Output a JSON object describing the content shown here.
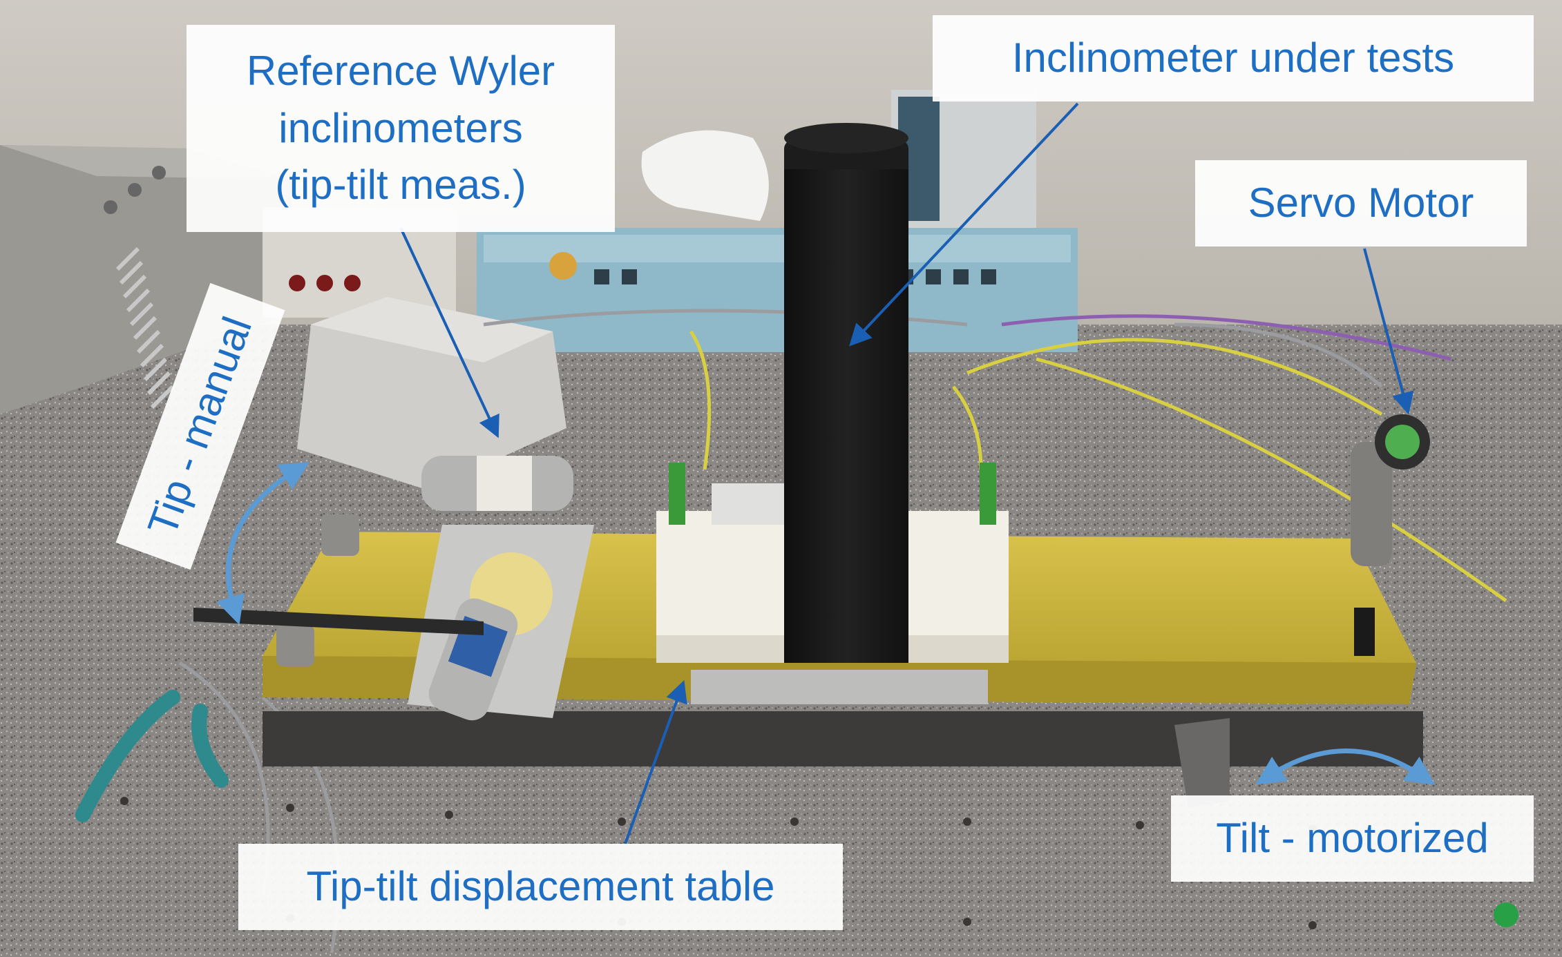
{
  "labels": {
    "reference_wyler": [
      "Reference Wyler",
      "inclinometers",
      "(tip-tilt meas.)"
    ],
    "inclinometer_under_tests": "Inclinometer under tests",
    "servo_motor": "Servo Motor",
    "tip_manual": "Tip - manual",
    "tilt_motorized": "Tilt - motorized",
    "displacement_table": "Tip-tilt displacement table"
  },
  "colors": {
    "label_text": "#1e6fc4",
    "arrow_dark": "#1a5fb4",
    "arrow_light": "#5b9bd5",
    "table_yellow": "#c9b23a",
    "granite": "#7d7b78",
    "column_black": "#151515",
    "clamp_white": "#f2efe6"
  }
}
